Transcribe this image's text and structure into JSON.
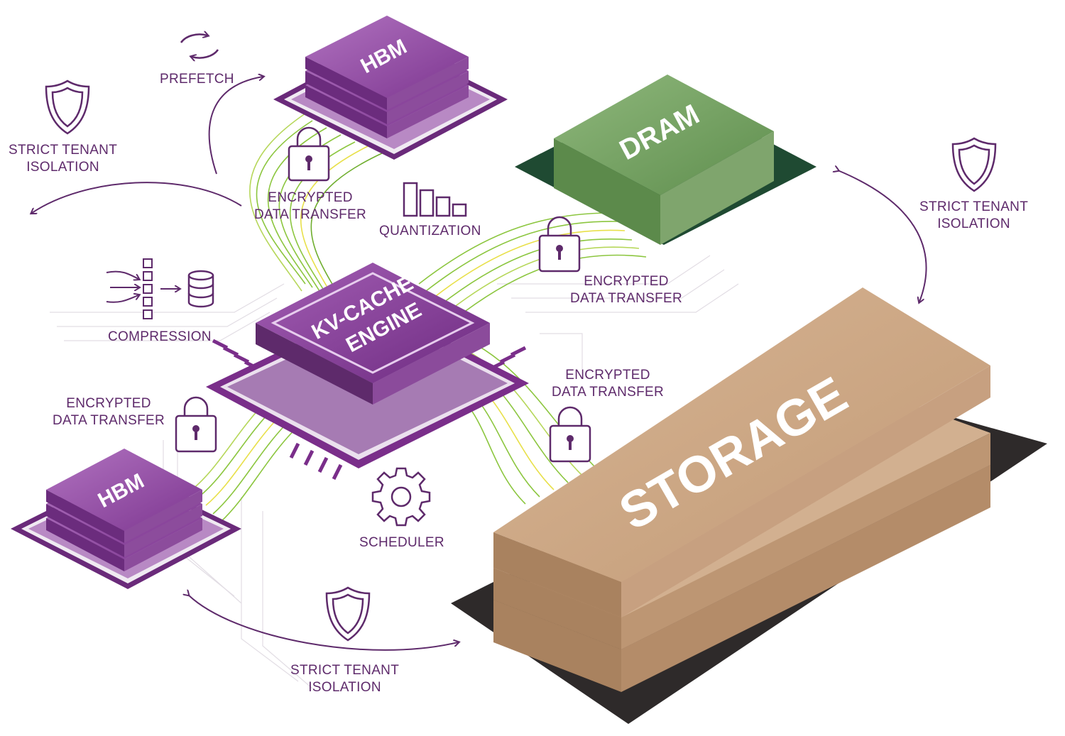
{
  "components": {
    "hbm_top": "HBM",
    "hbm_bottom": "HBM",
    "dram": "DRAM",
    "engine_line1": "KV-CACHE",
    "engine_line2": "ENGINE",
    "storage": "STORAGE"
  },
  "labels": {
    "prefetch": "PREFETCH",
    "quantization": "QUANTIZATION",
    "compression": "COMPRESSION",
    "scheduler": "SCHEDULER",
    "isolation_line1": "STRICT TENANT",
    "isolation_line2": "ISOLATION",
    "encrypted_line1": "ENCRYPTED",
    "encrypted_line2": "DATA TRANSFER"
  },
  "colors": {
    "label": "#5e2a6b",
    "hbm": "#8e3f9e",
    "engine": "#7a2e8a",
    "dram": "#6e9a5c",
    "storage": "#c9a27e",
    "wire_green": "#8cc63f",
    "wire_yellow": "#e8e04a"
  },
  "icons": [
    "shield-icon",
    "lock-icon",
    "gear-icon",
    "database-icon",
    "bar-chart-icon",
    "refresh-arrows-icon"
  ]
}
